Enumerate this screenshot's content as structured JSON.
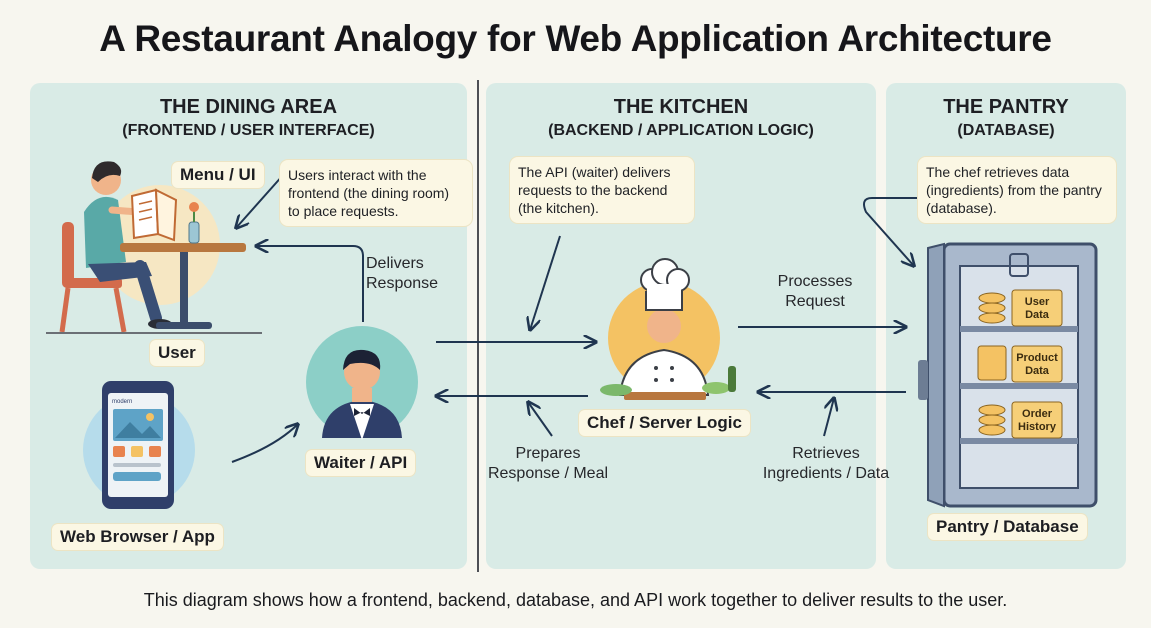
{
  "title": "A Restaurant Analogy for Web Application Architecture",
  "dining": {
    "title": "THE DINING AREA",
    "subtitle": "(FRONTEND / USER INTERFACE)",
    "menu_label": "Menu / UI",
    "note": "Users interact with the frontend (the dining room) to place requests.",
    "user_label": "User",
    "browser_label": "Web Browser / App",
    "phone_header": "modern",
    "waiter_label": "Waiter / API",
    "delivers": "Delivers\nResponse"
  },
  "kitchen": {
    "title": "THE KITCHEN",
    "subtitle": "(BACKEND / APPLICATION LOGIC)",
    "note": "The API (waiter) delivers requests to the backend (the kitchen).",
    "chef_label": "Chef / Server Logic",
    "prepares": "Prepares\nResponse / Meal",
    "processes": "Processes\nRequest",
    "retrieves": "Retrieves\nIngredients / Data"
  },
  "pantry": {
    "title": "THE PANTRY",
    "subtitle": "(DATABASE)",
    "note": "The chef retrieves data (ingredients) from the pantry (database).",
    "label": "Pantry / Database",
    "shelves": [
      "User\nData",
      "Product\nData",
      "Order\nHistory"
    ]
  },
  "footer": "This diagram shows how a frontend, backend, database, and API work together to deliver results to the user.",
  "colors": {
    "panel": "#d9ebe6",
    "note_bg": "#fbf7e4",
    "arrow": "#1f3550",
    "chef_circle": "#f4c263",
    "waiter_circle": "#8ccfc7"
  }
}
